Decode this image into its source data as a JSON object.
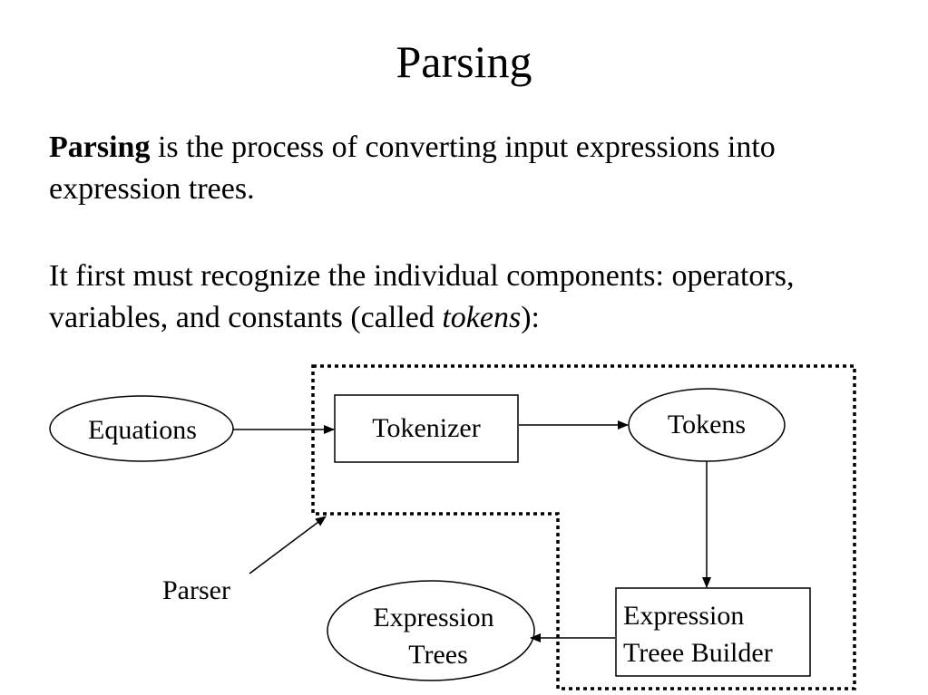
{
  "title": "Parsing",
  "paragraph1": {
    "term": "Parsing",
    "rest": " is the process of converting input expressions into expression trees."
  },
  "paragraph2": {
    "before": "It first must recognize the individual components: operators, variables, and constants (called ",
    "emphasis": "tokens",
    "after": "):"
  },
  "diagram": {
    "nodes": {
      "equations": "Equations",
      "tokenizer": "Tokenizer",
      "tokens": "Tokens",
      "builder_line1": "Expression",
      "builder_line2": "Treee Builder",
      "trees_line1": "Expression",
      "trees_line2": "Trees"
    },
    "parser_label": "Parser"
  }
}
